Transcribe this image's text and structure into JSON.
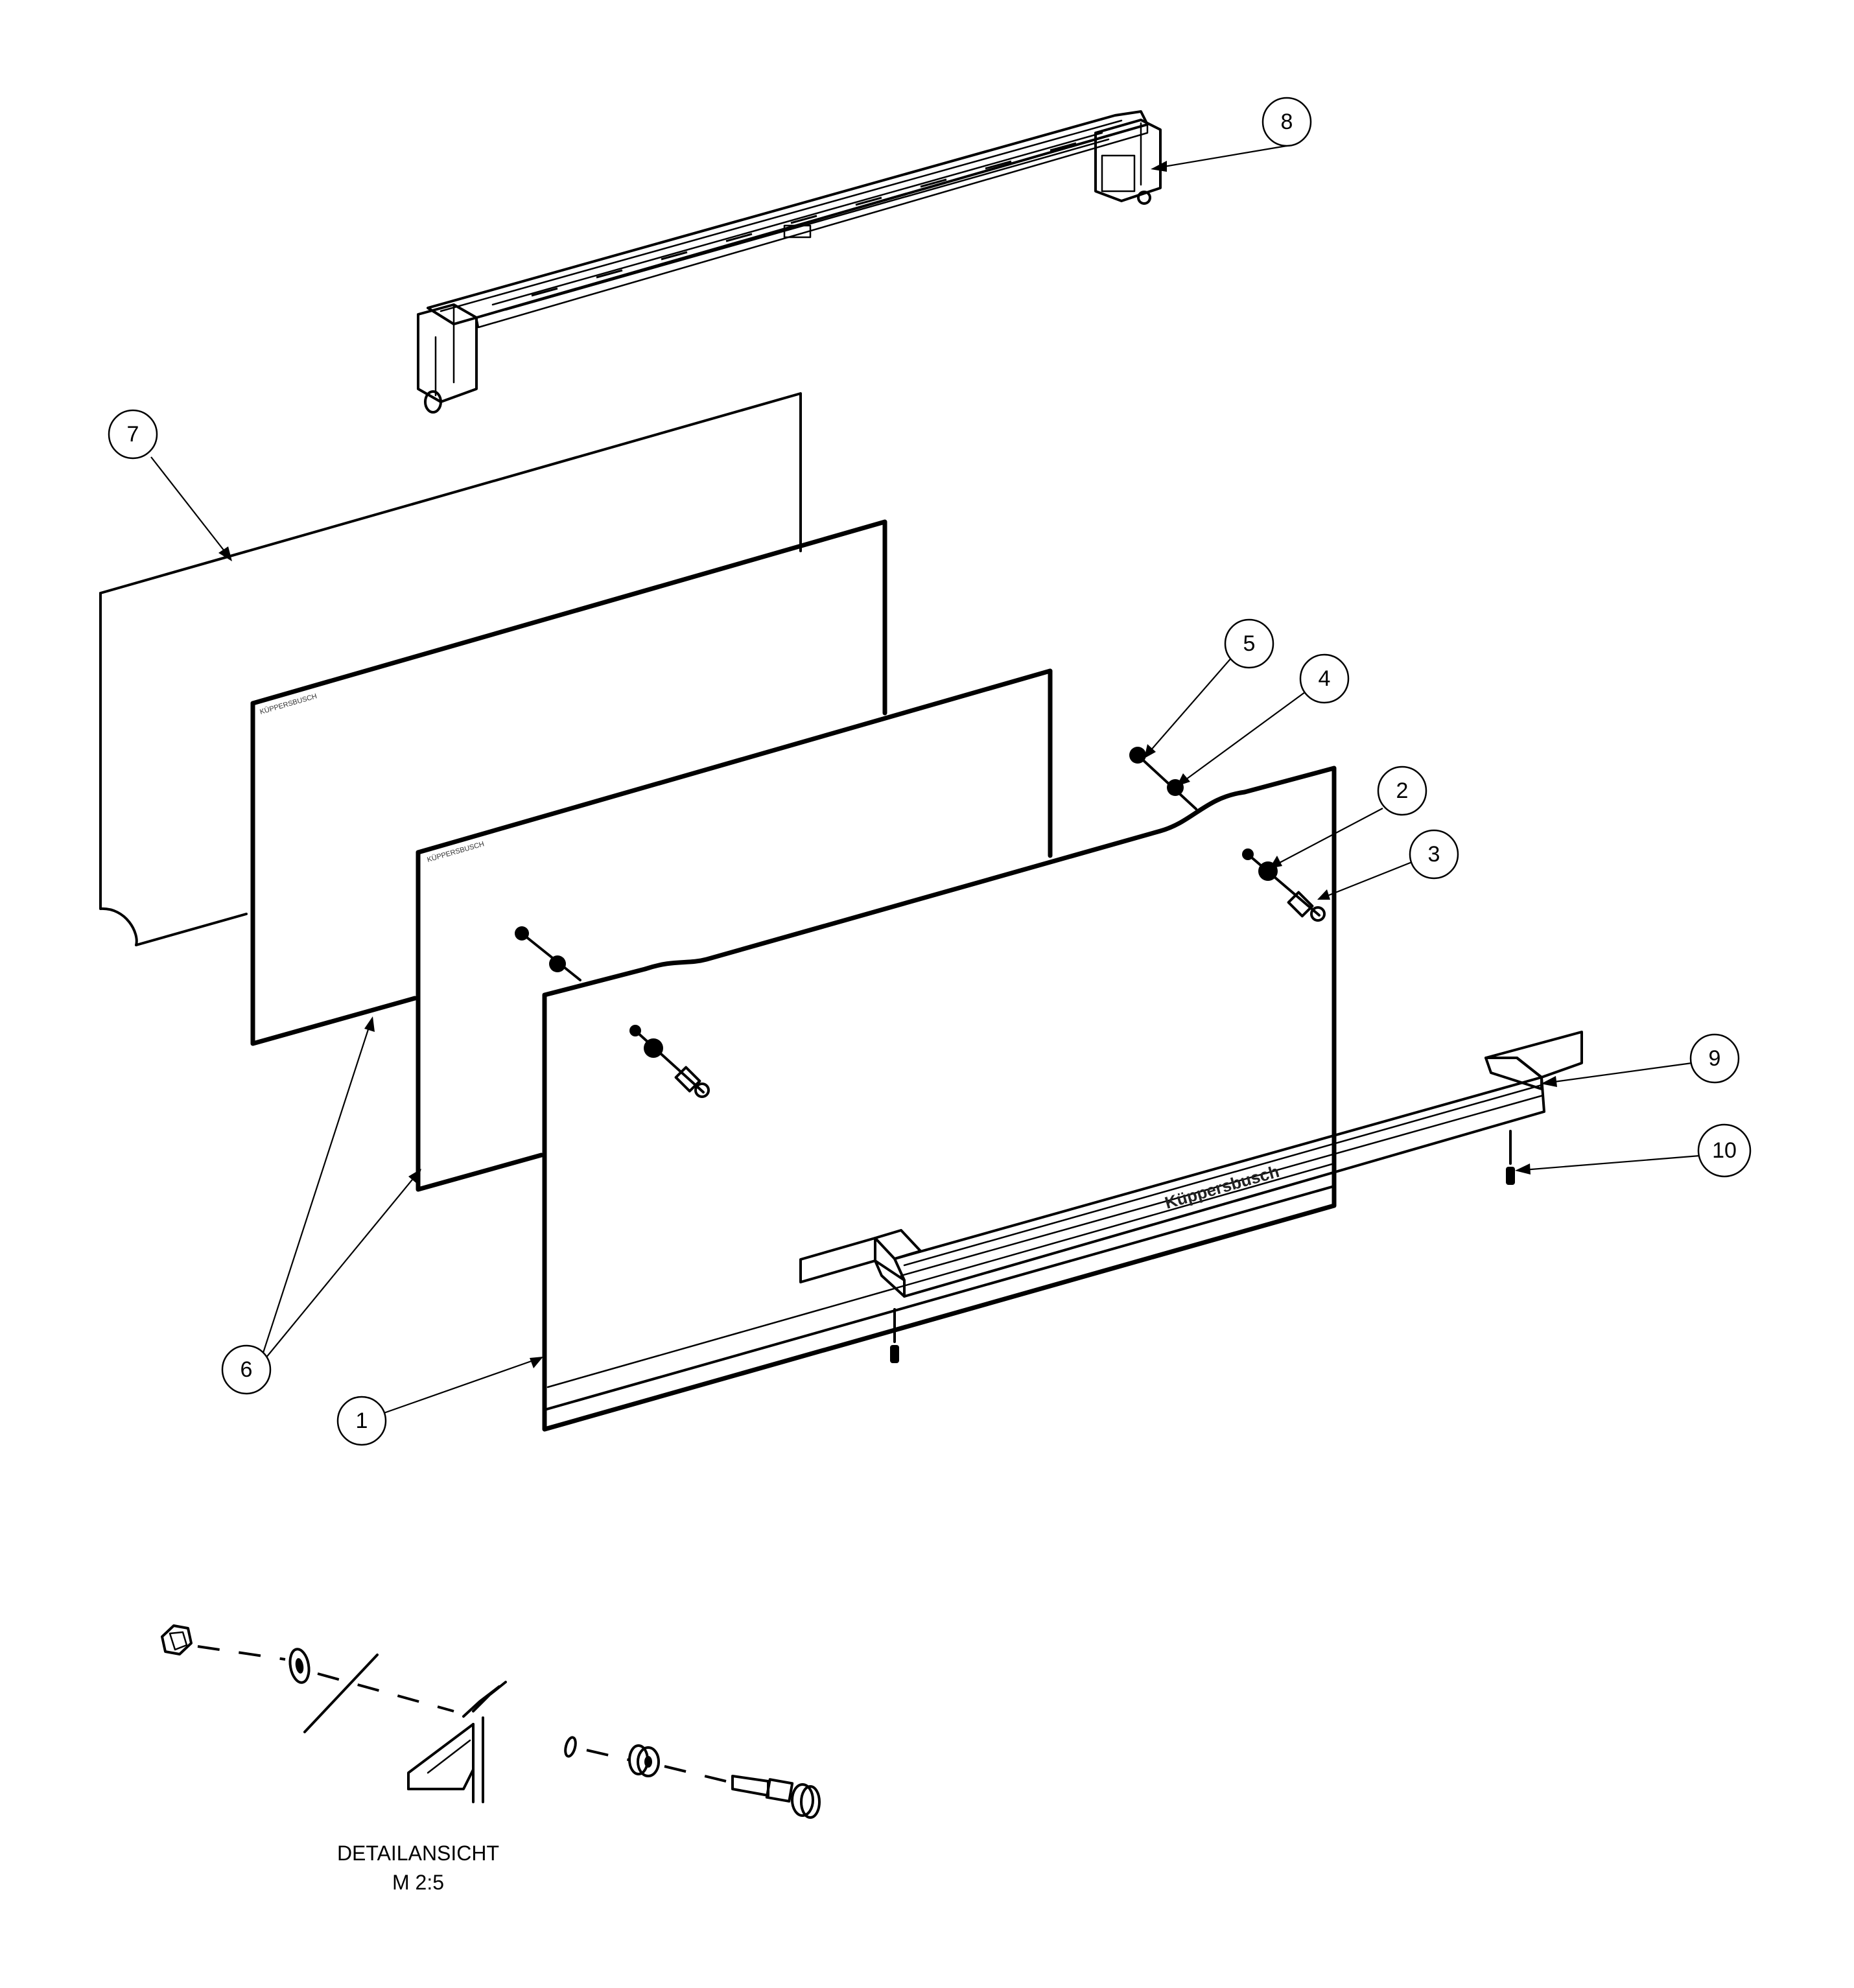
{
  "callouts": [
    {
      "id": "1",
      "label": "1"
    },
    {
      "id": "2",
      "label": "2"
    },
    {
      "id": "3",
      "label": "3"
    },
    {
      "id": "4",
      "label": "4"
    },
    {
      "id": "5",
      "label": "5"
    },
    {
      "id": "6",
      "label": "6"
    },
    {
      "id": "7",
      "label": "7"
    },
    {
      "id": "8",
      "label": "8"
    },
    {
      "id": "9",
      "label": "9"
    },
    {
      "id": "10",
      "label": "10"
    }
  ],
  "detail": {
    "title": "DETAILANSICHT",
    "scale": "M 2:5"
  },
  "brand": {
    "handle_logo": "Küppersbusch",
    "glass_mark": "KÜPPERSBUSCH"
  }
}
